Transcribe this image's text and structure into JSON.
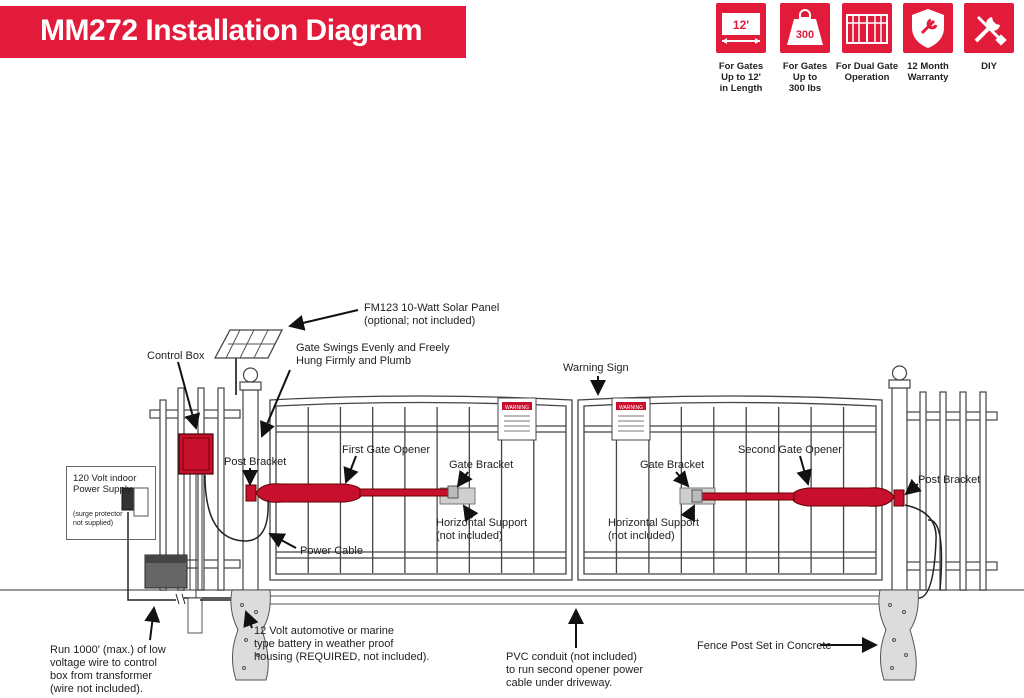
{
  "header": {
    "title": "MM272 Installation Diagram"
  },
  "features": [
    {
      "icon": "gate-length-icon",
      "badge": "12'",
      "caption_lines": [
        "For Gates",
        "Up to 12'",
        "in Length"
      ]
    },
    {
      "icon": "weight-icon",
      "badge": "300",
      "caption_lines": [
        "For Gates",
        "Up to",
        "300 lbs"
      ]
    },
    {
      "icon": "dual-gate-icon",
      "badge": "",
      "caption_lines": [
        "For Dual Gate",
        "Operation"
      ]
    },
    {
      "icon": "warranty-shield-icon",
      "badge": "",
      "caption_lines": [
        "12 Month",
        "Warranty"
      ]
    },
    {
      "icon": "diy-tools-icon",
      "badge": "",
      "caption_lines": [
        "DIY"
      ]
    }
  ],
  "labels": {
    "solar_panel": [
      "FM123 10-Watt Solar Panel",
      "(optional; not included)"
    ],
    "control_box": [
      "Control Box"
    ],
    "gate_swings": [
      "Gate Swings Evenly and Freely",
      "Hung Firmly and Plumb"
    ],
    "warning_sign": [
      "Warning Sign"
    ],
    "post_bracket_left": [
      "Post Bracket"
    ],
    "first_opener": [
      "First Gate Opener"
    ],
    "gate_bracket_left": [
      "Gate Bracket"
    ],
    "gate_bracket_right": [
      "Gate Bracket"
    ],
    "second_opener": [
      "Second Gate Opener"
    ],
    "post_bracket_right": [
      "Post Bracket"
    ],
    "power_supply": [
      "120 Volt indoor",
      "Power Supply"
    ],
    "surge_note": [
      "(surge protector",
      "not supplied)"
    ],
    "horizontal_left": [
      "Horizontal Support",
      "(not included)"
    ],
    "horizontal_right": [
      "Horizontal Support",
      "(not included)"
    ],
    "power_cable": [
      "Power Cable"
    ],
    "battery": [
      "12 Volt automotive or marine",
      "type battery in weather proof",
      "housing (REQUIRED, not included)."
    ],
    "wire_run": [
      "Run 1000' (max.) of low",
      "voltage wire to control",
      "box from transformer",
      "(wire not included)."
    ],
    "pvc": [
      "PVC conduit (not included)",
      "to run second opener power",
      "cable under driveway."
    ],
    "fence_post": [
      "Fence Post Set in Concrete"
    ]
  },
  "sign_text": "WARNING",
  "colors": {
    "brand_red": "#e31b3b",
    "opener_red": "#c8102e",
    "ink": "#222222",
    "gray": "#cfcfcf"
  }
}
